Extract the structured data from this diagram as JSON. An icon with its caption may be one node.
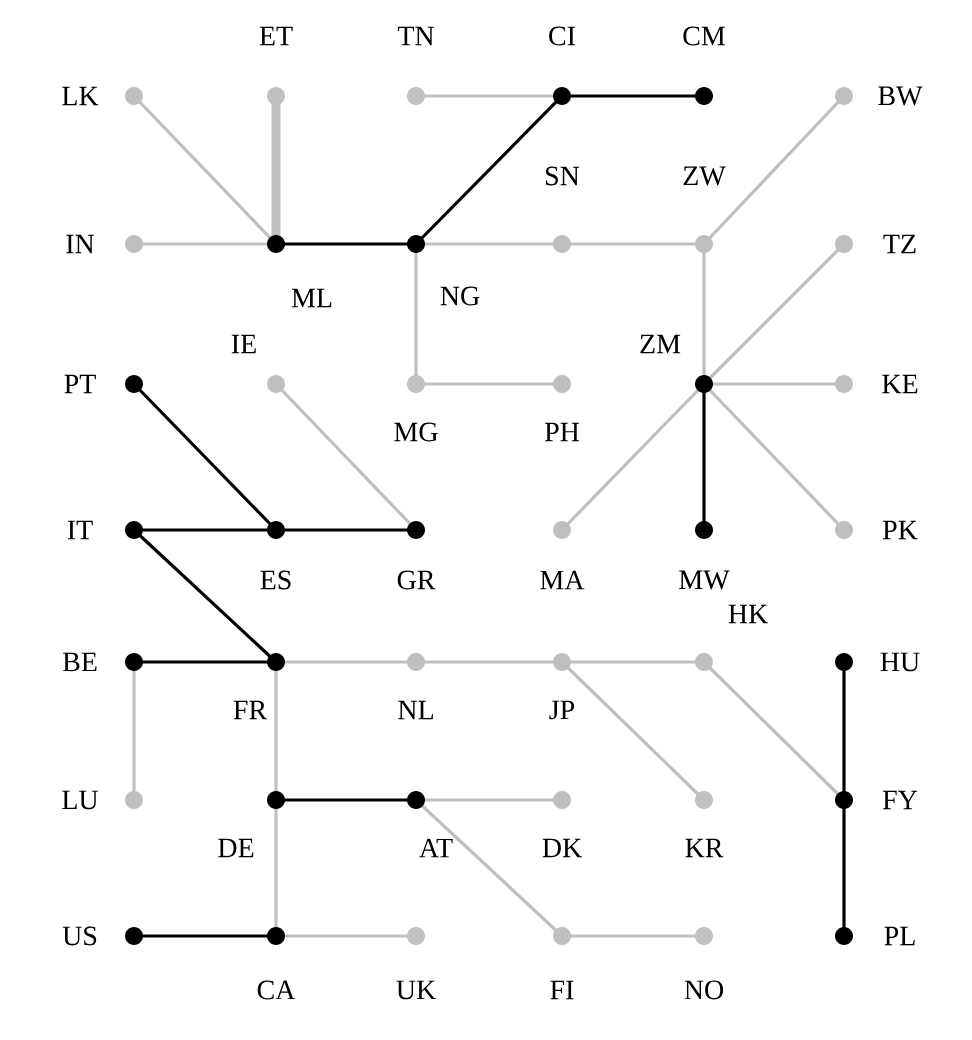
{
  "diagram": {
    "nodes": [
      {
        "text": [
          "LK"
        ]
      },
      {
        "text": [
          "ET"
        ]
      },
      {
        "text": [
          "TN"
        ]
      },
      {
        "text": [
          "CI"
        ]
      },
      {
        "text": [
          "CM"
        ]
      },
      {
        "text": [
          "BW"
        ]
      },
      {
        "text": [
          "IN"
        ]
      },
      {
        "text": [
          "ML"
        ]
      },
      {
        "text": [
          "NG"
        ]
      },
      {
        "text": [
          "SN"
        ]
      },
      {
        "text": [
          "ZW"
        ]
      },
      {
        "text": [
          "TZ"
        ]
      },
      {
        "text": [
          "PT"
        ]
      },
      {
        "text": [
          "IE"
        ]
      },
      {
        "text": [
          "MG"
        ]
      },
      {
        "text": [
          "PH"
        ]
      },
      {
        "text": [
          "ZM"
        ]
      },
      {
        "text": [
          "KE"
        ]
      },
      {
        "text": [
          "IT"
        ]
      },
      {
        "text": [
          "ES"
        ]
      },
      {
        "text": [
          "GR"
        ]
      },
      {
        "text": [
          "MA"
        ]
      },
      {
        "text": [
          "MW"
        ]
      },
      {
        "text": [
          "PK"
        ]
      },
      {
        "text": [
          "BE"
        ]
      },
      {
        "text": [
          "FR"
        ]
      },
      {
        "text": [
          "NL"
        ]
      },
      {
        "text": [
          "JP"
        ]
      },
      {
        "text": [
          "HK"
        ]
      },
      {
        "text": [
          "HU"
        ]
      },
      {
        "text": [
          "LU"
        ]
      },
      {
        "text": [
          "DE"
        ]
      },
      {
        "text": [
          "AT"
        ]
      },
      {
        "text": [
          "DK"
        ]
      },
      {
        "text": [
          "KR"
        ]
      },
      {
        "text": [
          "FY"
        ]
      },
      {
        "text": [
          "US"
        ]
      },
      {
        "text": [
          "CA"
        ]
      },
      {
        "text": [
          "UK"
        ]
      },
      {
        "text": [
          "FI"
        ]
      },
      {
        "text": [
          "NO"
        ]
      },
      {
        "text": [
          "PL"
        ]
      }
    ],
    "edges": [
      {
        "from": 0,
        "to": 7,
        "arrow": "none"
      },
      {
        "from": 1,
        "to": 7,
        "arrow": "none",
        "style": "thick"
      },
      {
        "from": 2,
        "to": 3,
        "arrow": "none"
      },
      {
        "from": 3,
        "to": 4,
        "arrow": "none",
        "color": "#000000"
      },
      {
        "from": 3,
        "to": 8,
        "arrow": "none",
        "color": "#000000"
      },
      {
        "from": 6,
        "to": 7,
        "arrow": "none"
      },
      {
        "from": 7,
        "to": 8,
        "arrow": "none",
        "color": "#000000"
      },
      {
        "from": 8,
        "to": 9,
        "arrow": "none"
      },
      {
        "from": 9,
        "to": 10,
        "arrow": "none"
      },
      {
        "from": 10,
        "to": 5,
        "arrow": "none"
      },
      {
        "from": 10,
        "to": 16,
        "arrow": "none"
      },
      {
        "from": 8,
        "to": 14,
        "arrow": "none"
      },
      {
        "from": 14,
        "to": 15,
        "arrow": "none"
      },
      {
        "from": 16,
        "to": 11,
        "arrow": "none"
      },
      {
        "from": 16,
        "to": 17,
        "arrow": "none"
      },
      {
        "from": 16,
        "to": 23,
        "arrow": "none"
      },
      {
        "from": 16,
        "to": 22,
        "arrow": "none",
        "color": "#000000"
      },
      {
        "from": 16,
        "to": 21,
        "arrow": "none"
      },
      {
        "from": 13,
        "to": 20,
        "arrow": "none"
      },
      {
        "from": 12,
        "to": 19,
        "arrow": "none",
        "color": "#000000"
      },
      {
        "from": 18,
        "to": 19,
        "arrow": "none",
        "color": "#000000"
      },
      {
        "from": 19,
        "to": 20,
        "arrow": "none",
        "color": "#000000"
      },
      {
        "from": 18,
        "to": 25,
        "arrow": "none",
        "color": "#000000"
      },
      {
        "from": 24,
        "to": 25,
        "arrow": "none",
        "color": "#000000"
      },
      {
        "from": 24,
        "to": 30,
        "arrow": "none"
      },
      {
        "from": 25,
        "to": 26,
        "arrow": "none"
      },
      {
        "from": 26,
        "to": 27,
        "arrow": "none"
      },
      {
        "from": 27,
        "to": 28,
        "arrow": "none"
      },
      {
        "from": 28,
        "to": 35,
        "arrow": "none"
      },
      {
        "from": 27,
        "to": 34,
        "arrow": "none"
      },
      {
        "from": 25,
        "to": 31,
        "arrow": "none"
      },
      {
        "from": 31,
        "to": 37,
        "arrow": "none"
      },
      {
        "from": 31,
        "to": 32,
        "arrow": "none",
        "color": "#000000"
      },
      {
        "from": 32,
        "to": 33,
        "arrow": "none"
      },
      {
        "from": 32,
        "to": 39,
        "arrow": "none"
      },
      {
        "from": 36,
        "to": 37,
        "arrow": "none",
        "color": "#000000"
      },
      {
        "from": 37,
        "to": 38,
        "arrow": "none"
      },
      {
        "from": 39,
        "to": 40,
        "arrow": "none"
      },
      {
        "from": 29,
        "to": 35,
        "arrow": "none",
        "color": "#000000"
      },
      {
        "from": 35,
        "to": 41,
        "arrow": "none",
        "color": "#000000"
      }
    ]
  }
}
